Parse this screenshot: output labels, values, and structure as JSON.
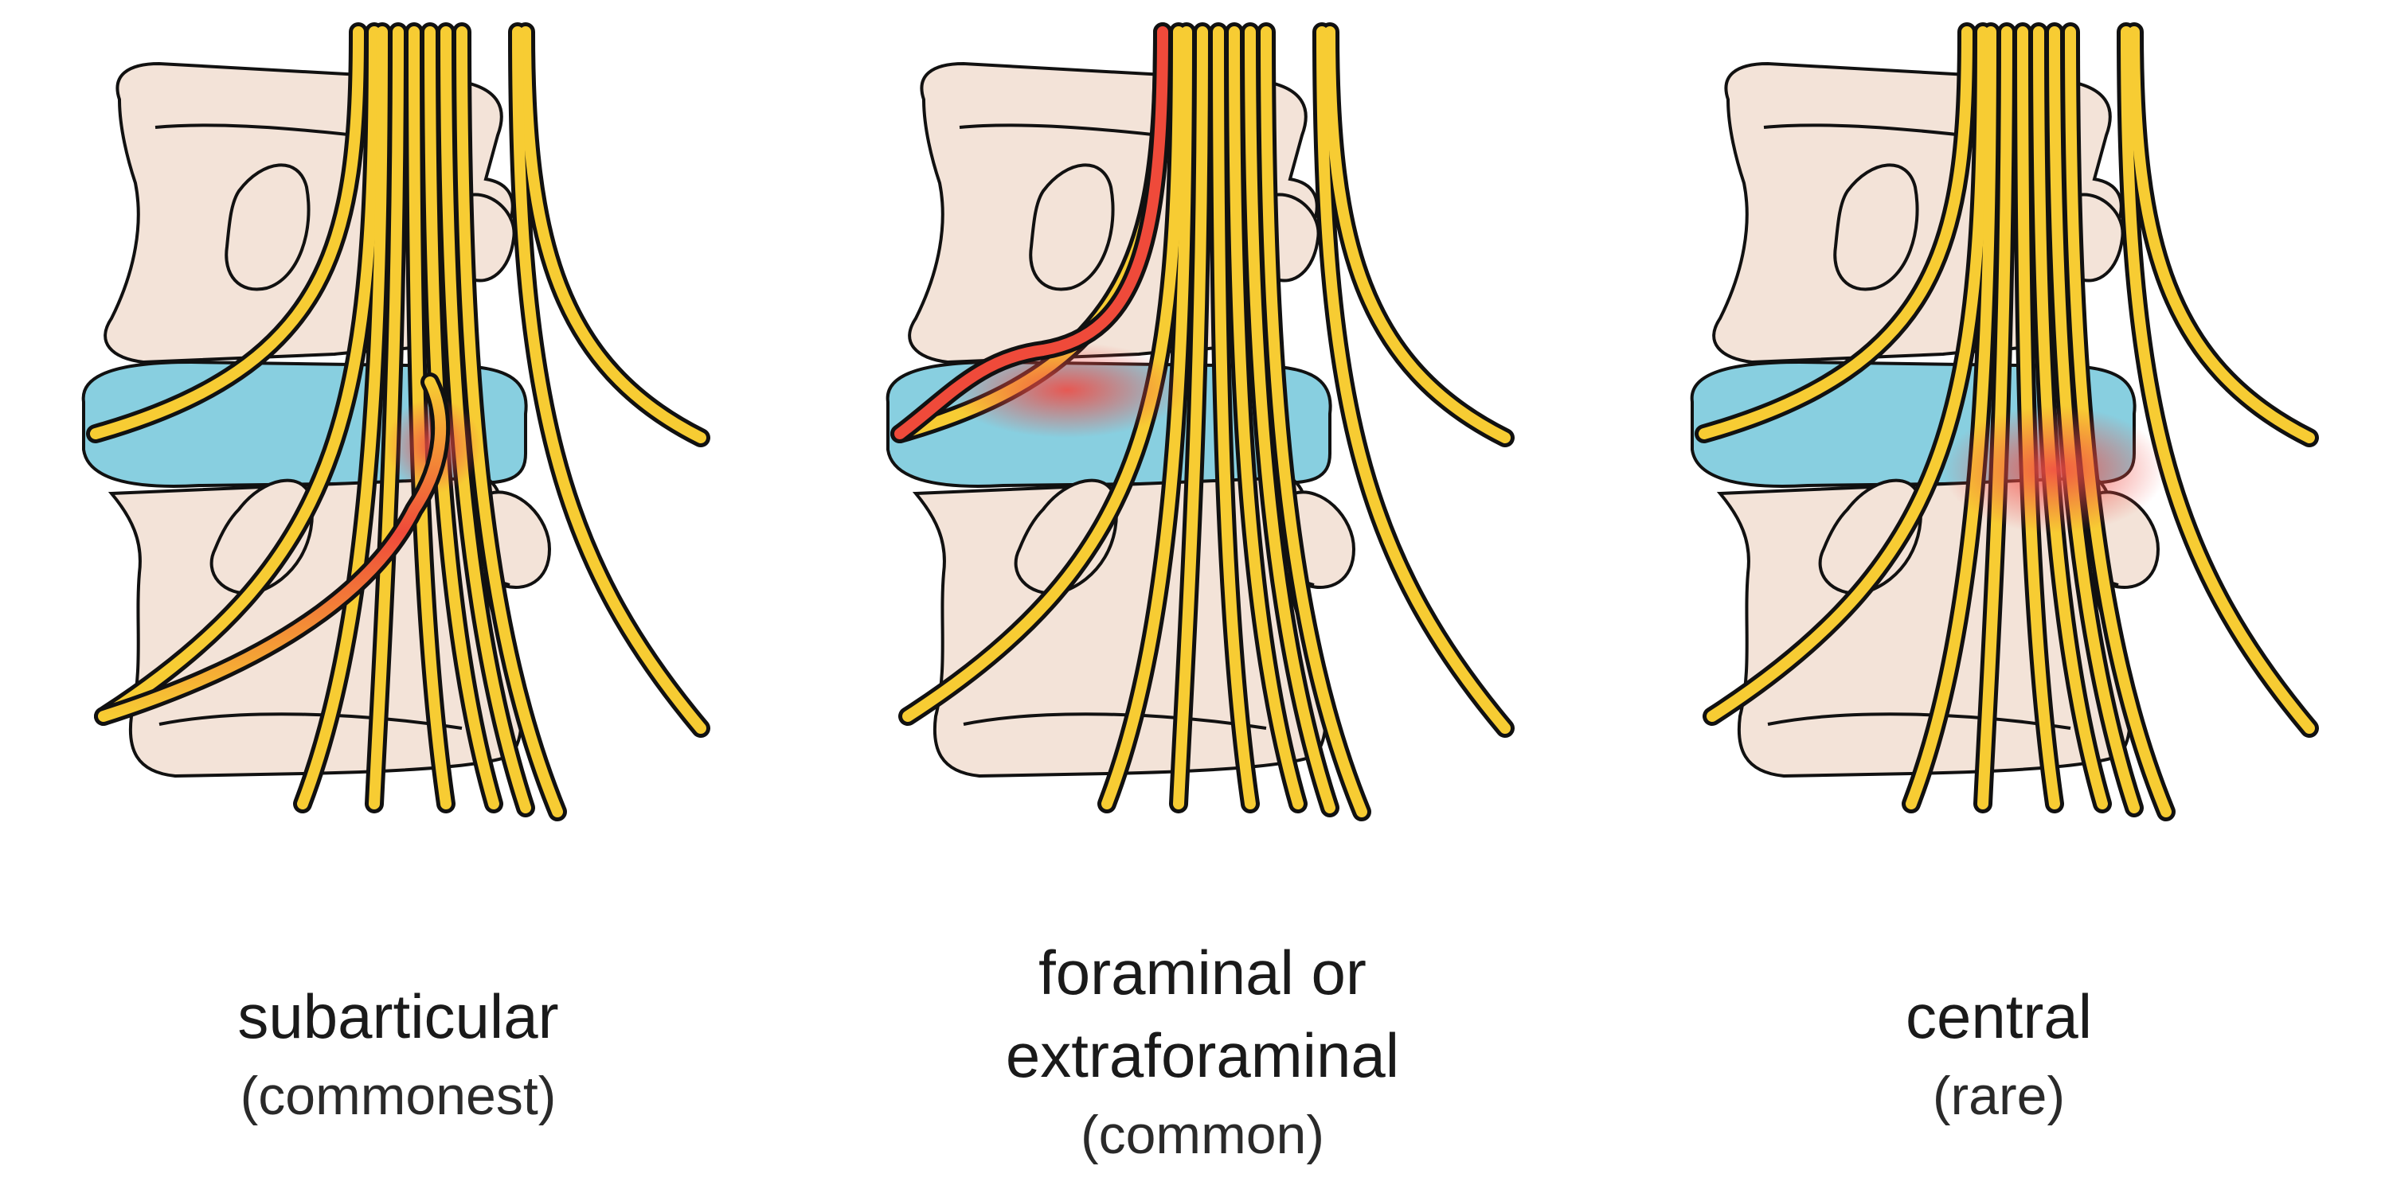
{
  "panels": [
    {
      "title": "subarticular",
      "subtitle": "(commonest)"
    },
    {
      "title": "foraminal or\nextraforaminal",
      "title_line1": "foraminal or",
      "title_line2": "extraforaminal",
      "subtitle": "(common)"
    },
    {
      "title": "central",
      "subtitle": "(rare)"
    }
  ],
  "colors": {
    "bone": "#f3e3d8",
    "disc": "#88cfe0",
    "nerve": "#f7cc33",
    "compression": "#f04c44",
    "outline": "#111111"
  }
}
